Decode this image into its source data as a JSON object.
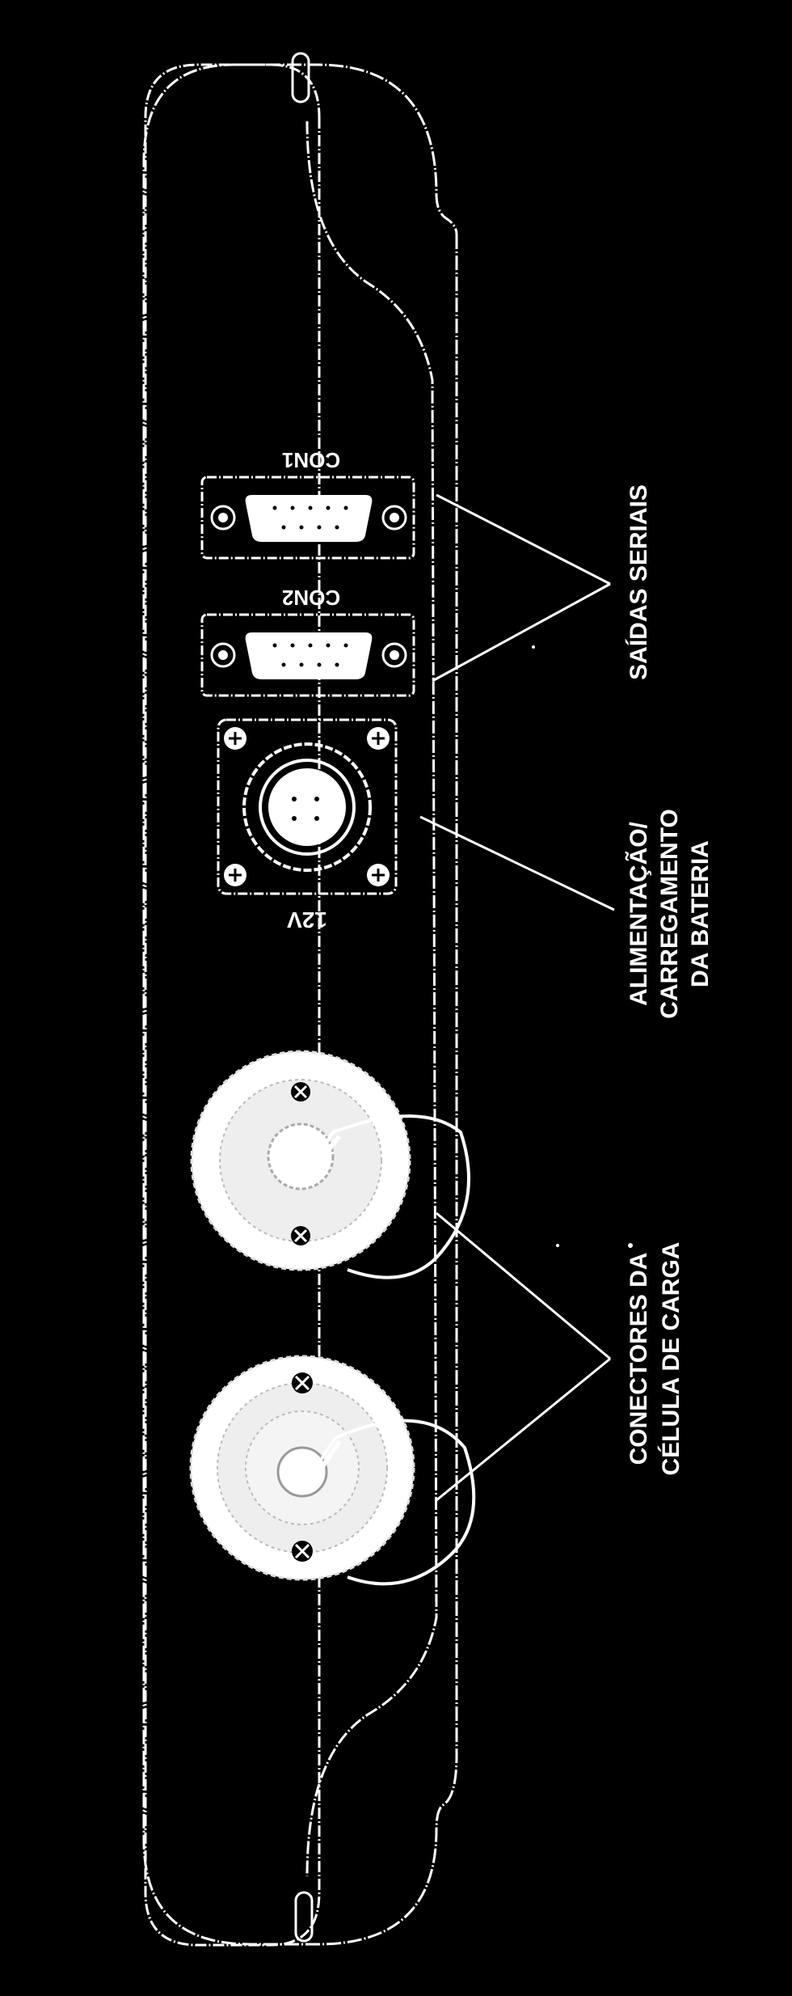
{
  "labels": {
    "con1": "CON1",
    "con2": "CON2",
    "power_12v": "12V",
    "serial_outputs": "SAÍDAS SERIAIS",
    "power_line1": "ALIMENTAÇÃO/",
    "power_line2": "CARREGAMENTO",
    "power_line3": "DA BATERIA",
    "loadcell_line1": "CONECTORES DA",
    "loadcell_line2": "CÉLULA DE CARGA"
  },
  "colors": {
    "background": "#000000",
    "lines": "#ffffff"
  }
}
